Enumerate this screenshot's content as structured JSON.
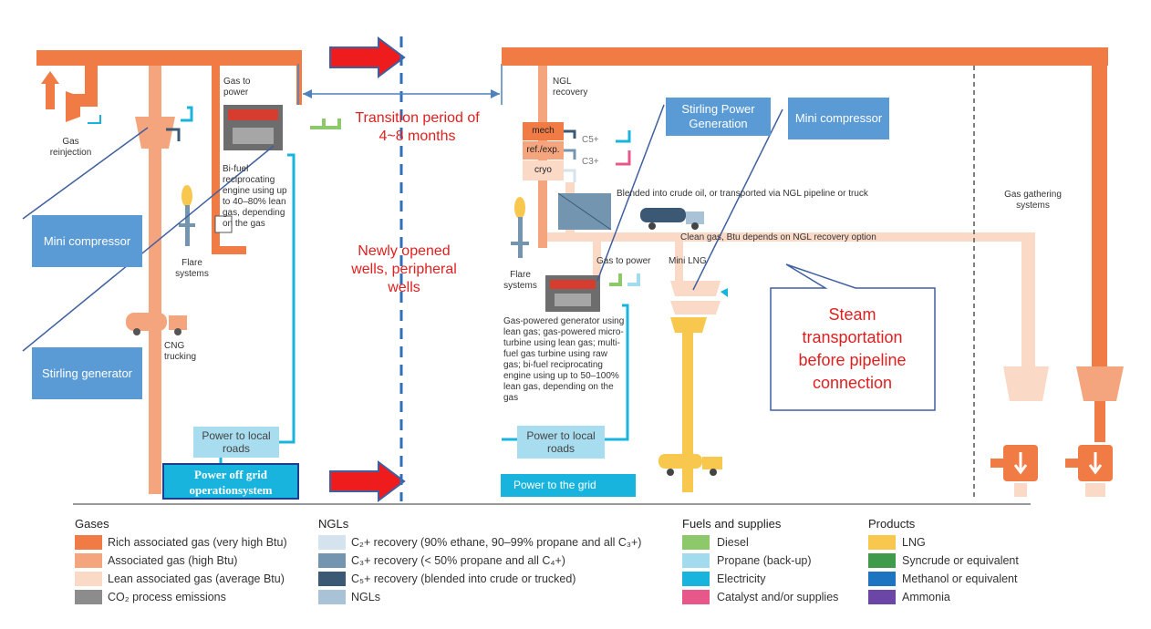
{
  "labels": {
    "gas_to_power_left": "Gas to power",
    "gas_reinjection": "Gas reinjection",
    "bifuel_engine": "Bi-fuel reciprocating engine using up to 40–80% lean gas, depending on the gas",
    "flare_left": "Flare systems",
    "cng_trucking": "CNG trucking",
    "ngl_recovery": "NGL recovery",
    "mech": "mech",
    "ref_exp": "ref./exp.",
    "cryo": "cryo",
    "c5": "C5+",
    "c3": "C3+",
    "blended": "Blended into crude oil, or transported via NGL pipeline or truck",
    "clean_gas": "Clean gas, Btu depends on NGL recovery option",
    "flare_right": "Flare systems",
    "gas_to_power_right": "Gas to power",
    "mini_lng": "Mini LNG",
    "gas_generator": "Gas-powered generator using lean gas; gas-powered micro-turbine using lean gas; multi-fuel gas turbine using raw gas; bi-fuel reciprocating engine using up to 50–100% lean gas, depending on the gas",
    "gas_gathering": "Gas gathering systems"
  },
  "callouts": {
    "mini_compressor_left": "Mini compressor",
    "stirling_generator": "Stirling generator",
    "stirling_power": "Stirling Power Generation",
    "mini_compressor_right": "Mini compressor",
    "power_roads_left": "Power to local roads",
    "power_off_grid": "Power off grid operationsystem",
    "power_roads_right": "Power to local roads",
    "power_to_grid": "Power to the grid",
    "steam": "Steam transportation before pipeline connection"
  },
  "annotations": {
    "transition": "Transition period of 4~8 months",
    "new_wells": "Newly opened wells, peripheral wells"
  },
  "legend": {
    "gases": {
      "title": "Gases",
      "items": [
        {
          "label": "Rich associated gas (very high Btu)",
          "color": "#f07b45"
        },
        {
          "label": "Associated gas (high Btu)",
          "color": "#f5a57e"
        },
        {
          "label": "Lean associated gas (average Btu)",
          "color": "#fbd9c7"
        },
        {
          "label": "CO₂ process emissions",
          "color": "#8c8c8c"
        }
      ]
    },
    "ngls": {
      "title": "NGLs",
      "items": [
        {
          "label": "C₂+ recovery (90% ethane, 90–99% propane and all C₃+)",
          "color": "#d4e3ee"
        },
        {
          "label": "C₃+ recovery (< 50% propane and all C₄+)",
          "color": "#7395b0"
        },
        {
          "label": "C₅+ recovery (blended into crude or trucked)",
          "color": "#3b5975"
        },
        {
          "label": "NGLs",
          "color": "#a9c2d6"
        }
      ]
    },
    "fuels": {
      "title": "Fuels and supplies",
      "items": [
        {
          "label": "Diesel",
          "color": "#8dc86b"
        },
        {
          "label": "Propane (back-up)",
          "color": "#a3dbee"
        },
        {
          "label": "Electricity",
          "color": "#19b4dd"
        },
        {
          "label": "Catalyst and/or supplies",
          "color": "#e8578a"
        }
      ]
    },
    "products": {
      "title": "Products",
      "items": [
        {
          "label": "LNG",
          "color": "#f8c74d"
        },
        {
          "label": "Syncrude or equivalent",
          "color": "#3f9a4c"
        },
        {
          "label": "Methanol or equivalent",
          "color": "#1d75c2"
        },
        {
          "label": "Ammonia",
          "color": "#6c46a6"
        }
      ]
    }
  }
}
